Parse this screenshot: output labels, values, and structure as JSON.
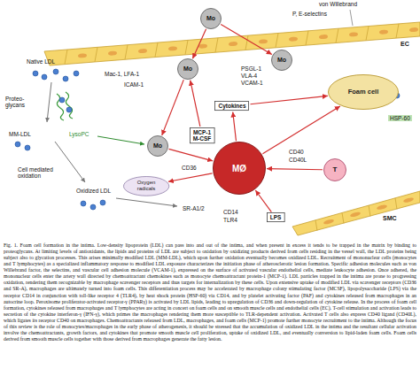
{
  "diagram": {
    "caption": "Fig. 1. Foam cell formation in the intima. Low-density lipoprotein (LDL) can pass into and out of the intima, and when present in excess it tends to be trapped in the matrix by binding to proteoglycans. At limiting levels of antioxidants, the lipids and proteins of LDL are subject to oxidation by oxidizing products derived from cells residing in the vessel wall, the LDL proteins being subject also to glycation processes. This arises minimally modified LDL (MM-LDL), which upon further oxidation eventually becomes oxidized LDL. Recruitment of mononuclear cells (monocytes and T lymphocytes) as a specialized inflammatory response to modified LDL exposure characterizes the initiation phase of atherosclerotic lesion formation. Specific adhesion molecules such as von Willebrand factor, the selectins, and vascular cell adhesion molecule (VCAM-1), expressed on the surface of activated vascular endothelial cells, mediate leukocyte adhesion. Once adhered, the mononuclear cells enter the artery wall directed by chemoattractant chemokines such as monocyte chemoattractant protein-1 (MCP-1). LDL particles trapped in the intima are prone to progressing oxidation, rendering them recognizable by macrophage scavenger receptors and thus targets for internalization by these cells. Upon extensive uptake of modified LDL via scavenger receptors (CD36 and SR-A), macrophages are ultimately turned into foam cells. This differentiation process may be accelerated by macrophage colony stimulating factor (MCSF), lipopolysaccharide (LPS) via the receptor CD14 in conjunction with toll-like receptor 4 (TLR4), by heat shock protein (HSP-60) via CD14, and by platelet activating factor (PAF) and cytokines released from macrophages in an autocrine loop. Peroxisome proliferator-activated receptor-γ (PPARγ) is activated by LDL lipids, leading to upregulation of CD36 and down-regulation of cytokine release. In the process of foam cell formation, cytokines released from macrophages and T lymphocytes are acting in concert on foam cells and on smooth muscle cells and endothelial cells (EC). T-cell stimulation and activation leads to secretion of the cytokine interferon-γ (IFN-γ), which primes the macrophages rendering them more susceptible to TLR-dependent activation. Activated T cells also express CD40 ligand (CD40L), which ligates its receptor CD40 on macrophages. Chemoattractants released from LDL, macrophages, and foam cells (MCP-1) promote further monocyte recruitment to the intima. Although the focus of this review is the role of monocytes/macrophages in the early phase of atherogenesis, it should be stressed that the accumulation of oxidized LDL in the intima and the resultant cellular activation involve the chemoattractants, growth factors, and cytokines that promote smooth muscle cell proliferation, uptake of oxidized LDL, and eventually conversion to lipid-laden foam cells. Foam cells derived from smooth muscle cells together with those derived from macrophages generate the fatty lesion.",
    "nodes": [
      {
        "text": [
          "Mo"
        ]
      },
      {
        "text": [
          "Mo"
        ]
      },
      {
        "text": [
          "Mo"
        ]
      },
      {
        "text": [
          "Foam cell"
        ]
      },
      {
        "text": [
          "Cytokines"
        ]
      },
      {
        "text": [
          "MCP-1",
          "M-CSF"
        ]
      },
      {
        "text": [
          "Mo"
        ]
      },
      {
        "text": [
          "Oxygen radicals"
        ]
      },
      {
        "text": [
          "MØ"
        ]
      },
      {
        "text": [
          "T"
        ]
      },
      {
        "text": [
          "LPS"
        ]
      }
    ],
    "edges": [
      {
        "from": 0,
        "to": 1,
        "arrow": "to"
      },
      {
        "from": 0,
        "to": 2,
        "arrow": "to"
      },
      {
        "from": 5,
        "to": 1,
        "arrow": "to"
      },
      {
        "from": 1,
        "to": 6,
        "arrow": "to"
      },
      {
        "from": 6,
        "to": 8,
        "arrow": "to"
      },
      {
        "from": 8,
        "to": 4,
        "arrow": "to"
      },
      {
        "from": 4,
        "to": 3,
        "arrow": "to"
      },
      {
        "from": 8,
        "to": 3,
        "arrow": "to"
      },
      {
        "from": 8,
        "to": 7,
        "arrow": "to"
      },
      {
        "from": 9,
        "to": 8,
        "arrow": "to"
      },
      {
        "from": 10,
        "to": 8,
        "arrow": "to"
      }
    ],
    "labels": [
      "von Willebrand",
      "P, E-selectins",
      "EC",
      "Mac-1, LFA-1",
      "ICAM-1",
      "PSGL-1",
      "VLA-4",
      "VCAM-1",
      "Native LDL",
      "HSP-60",
      "Proteo- glycans",
      "MM-LDL",
      "LysoPC",
      "CD40",
      "CD40L",
      "CD36",
      "Cell mediated oxidation",
      "Oxidized LDL",
      "SR-A1/2",
      "CD14",
      "TLR4",
      "SMC"
    ]
  }
}
